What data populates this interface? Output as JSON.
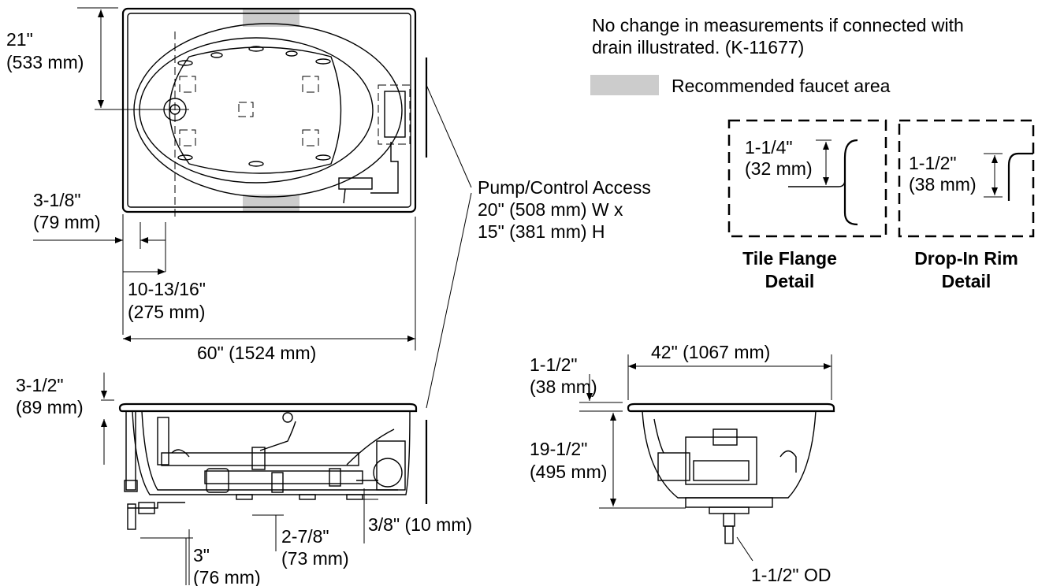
{
  "notes": {
    "measurements_line1": "No change in measurements if connected with",
    "measurements_line2": "drain illustrated. (K-11677)",
    "faucet_area_legend": "Recommended faucet area"
  },
  "pump_access": {
    "line1": "Pump/Control Access",
    "line2": " 20\" (508 mm) W x",
    "line3": "15\" (381 mm) H"
  },
  "tile_flange": {
    "dim_in": "1-1/4\"",
    "dim_mm": "(32 mm)",
    "title_line1": "Tile Flange",
    "title_line2": "Detail"
  },
  "drop_in_rim": {
    "dim_in": "1-1/2\"",
    "dim_mm": "(38 mm)",
    "title_line1": "Drop-In Rim",
    "title_line2": "Detail"
  },
  "plan_view": {
    "depth_in": "21\"",
    "depth_mm": "(533 mm)",
    "drain_offset_in": "3-1/8\"",
    "drain_offset_mm": "(79 mm)",
    "drain_center_in": "10-13/16\"",
    "drain_center_mm": "(275 mm)",
    "length": "60\" (1524 mm)"
  },
  "side_view": {
    "rim_in": "3-1/2\"",
    "rim_mm": "(89 mm)",
    "outlet_in": "2-7/8\"",
    "outlet_mm": "(73 mm)",
    "drain_in": "3\"",
    "drain_mm": "(76 mm)",
    "feet": "3/8\" (10 mm)"
  },
  "end_view": {
    "width": "42\" (1067 mm)",
    "rim_in": "1-1/2\"",
    "rim_mm": "(38 mm)",
    "height_in": "19-1/2\"",
    "height_mm": "(495 mm)",
    "drain_od": "1-1/2\" OD"
  }
}
